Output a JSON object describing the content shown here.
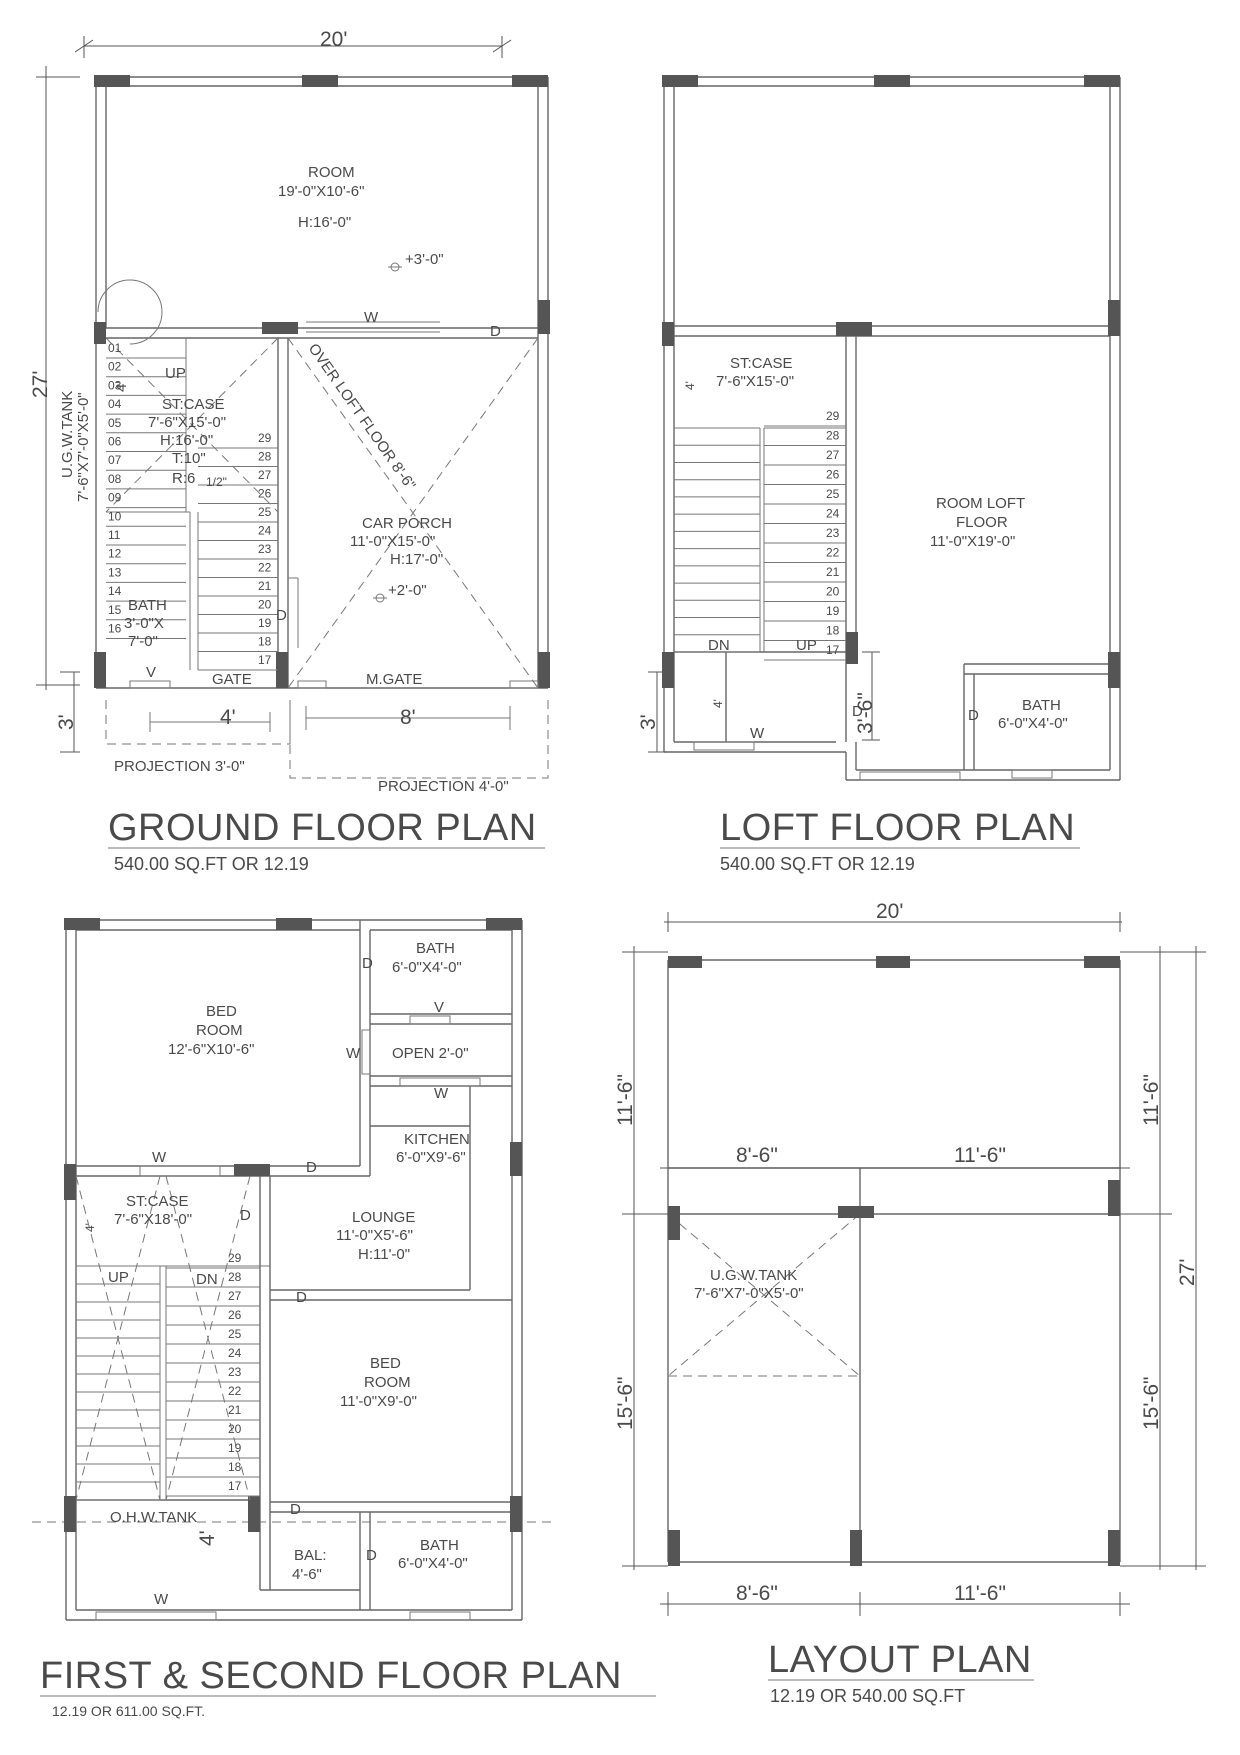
{
  "ground": {
    "title": "GROUND FLOOR PLAN",
    "area": "540.00 SQ.FT OR  12.19",
    "dim_top": "20'",
    "dim_left": "27'",
    "dim_bottom_left": "3'",
    "room_name": "ROOM",
    "room_size": "19'-0\"X10'-6\"",
    "room_height": "H:16'-0\"",
    "level_room": "+3'-0\"",
    "window_w": "W",
    "door_d": "D",
    "up": "UP",
    "stcase_name": "ST:CASE",
    "stcase_size": "7'-6\"X15'-0\"",
    "stcase_h": "H:16'-0\"",
    "stcase_t": "T:10\"",
    "stcase_r": "R:6",
    "stcase_frac": "1/2\"",
    "tank": "U.G.W.TANK",
    "tank_size": "7'-6\"X7'-0\"X5'-0\"",
    "over_loft": "OVER LOFT FLOOR 8'-6\"",
    "porch_name": "CAR PORCH",
    "porch_size": "11'-0\"X15'-0\"",
    "porch_h": "H:17'-0\"",
    "level_porch": "+2'-0\"",
    "bath_name": "BATH",
    "bath_size_a": "3'-0\"X",
    "bath_size_b": "7'-0\"",
    "dim_4": "4'",
    "gate": "GATE",
    "v": "V",
    "mgate": "M.GATE",
    "dim_4b": "4'",
    "dim_8": "8'",
    "proj_left": "PROJECTION 3'-0\"",
    "proj_right": "PROJECTION 4'-0\"",
    "steps_left": [
      "01",
      "02",
      "03",
      "04",
      "05",
      "06",
      "07",
      "08",
      "09",
      "10",
      "11",
      "12",
      "13",
      "14",
      "15",
      "16"
    ],
    "steps_right": [
      "29",
      "28",
      "27",
      "26",
      "25",
      "24",
      "23",
      "22",
      "21",
      "20",
      "19",
      "18",
      "17"
    ]
  },
  "loft": {
    "title": "LOFT FLOOR PLAN",
    "area": "540.00 SQ.FT OR 12.19",
    "dim_left": "3'",
    "stcase_name": "ST:CASE",
    "stcase_size": "7'-6\"X15'-0\"",
    "dim_4": "4'",
    "room_name_a": "ROOM LOFT",
    "room_name_b": "FLOOR",
    "room_size": "11'-0\"X19'-0\"",
    "dn": "DN",
    "up": "UP",
    "window_w": "W",
    "dim_36": "3'-6\"",
    "dim_4b": "4'",
    "door_d": "D",
    "door_d2": "D",
    "bath_name": "BATH",
    "bath_size": "6'-0\"X4'-0\"",
    "steps": [
      "29",
      "28",
      "27",
      "26",
      "25",
      "24",
      "23",
      "22",
      "21",
      "20",
      "19",
      "18",
      "17"
    ]
  },
  "first": {
    "title": "FIRST & SECOND  FLOOR PLAN",
    "area": "12.19  OR 611.00 SQ.FT.",
    "bath1_name": "BATH",
    "bath1_size": "6'-0\"X4'-0\"",
    "d1": "D",
    "v": "V",
    "bed1_a": "BED",
    "bed1_b": "ROOM",
    "bed1_size": "12'-6\"X10'-6\"",
    "w1": "W",
    "open": "OPEN  2'-0\"",
    "w2": "W",
    "kitchen_name": "KITCHEN",
    "kitchen_size": "6'-0\"X9'-6\"",
    "w3": "W",
    "d2": "D",
    "stcase_name": "ST:CASE",
    "stcase_size": "7'-6\"X18'-0\"",
    "dim_4": "4'",
    "d3": "D",
    "lounge_name": "LOUNGE",
    "lounge_size": "11'-0\"X5'-6\"",
    "lounge_h": "H:11'-0\"",
    "up": "UP",
    "dn": "DN",
    "d4": "D",
    "bed2_a": "BED",
    "bed2_b": "ROOM",
    "bed2_size": "11'-0\"X9'-0\"",
    "d5": "D",
    "ohw": "O.H.W.TANK",
    "dim_4b": "4'",
    "bal_name": "BAL:",
    "bal_size": "4'-6\"",
    "d6": "D",
    "bath2_name": "BATH",
    "bath2_size": "6'-0\"X4'-0\"",
    "w4": "W",
    "steps": [
      "29",
      "28",
      "27",
      "26",
      "25",
      "24",
      "23",
      "22",
      "21",
      "20",
      "19",
      "18",
      "17"
    ]
  },
  "layout": {
    "title": "LAYOUT PLAN",
    "area": "12.19 OR 540.00 SQ.FT",
    "dim_top": "20'",
    "dim_l_upper": "11'-6\"",
    "dim_l_lower": "15'-6\"",
    "dim_r_upper": "11'-6\"",
    "dim_r_lower": "15'-6\"",
    "dim_r_total": "27'",
    "dim_mid_left": "8'-6\"",
    "dim_mid_right": "11'-6\"",
    "dim_bot_left": "8'-6\"",
    "dim_bot_right": "11'-6\"",
    "tank": "U.G.W.TANK",
    "tank_size": "7'-6\"X7'-0\"X5'-0\""
  }
}
